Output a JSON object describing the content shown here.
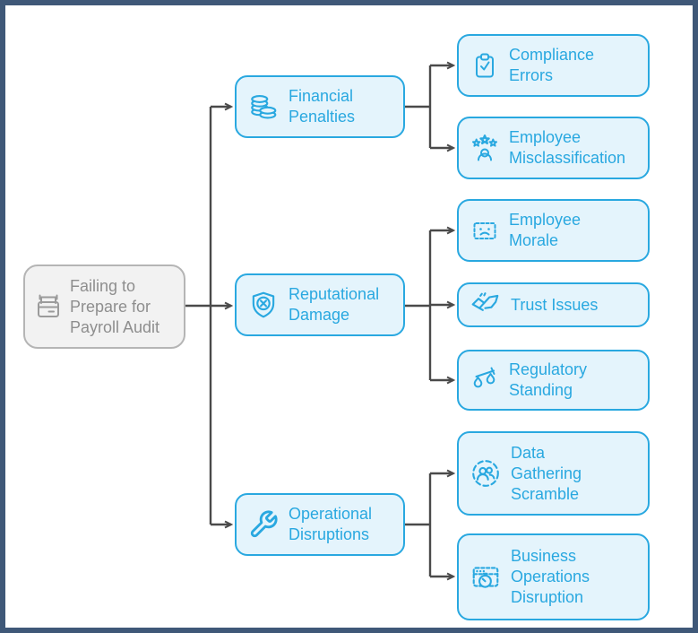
{
  "diagram": {
    "title": "Failing to Prepare for Payroll Audit consequences map",
    "root": {
      "label": "Failing to\nPrepare for\nPayroll Audit",
      "icon": "calendar-icon"
    },
    "branches": [
      {
        "label": "Financial\nPenalties",
        "icon": "coins-icon",
        "children": [
          {
            "label": "Compliance\nErrors",
            "icon": "clipboard-check-icon"
          },
          {
            "label": "Employee\nMisclassification",
            "icon": "person-stars-icon"
          }
        ]
      },
      {
        "label": "Reputational\nDamage",
        "icon": "shield-x-icon",
        "children": [
          {
            "label": "Employee\nMorale",
            "icon": "sad-face-icon"
          },
          {
            "label": "Trust Issues",
            "icon": "handshake-icon"
          },
          {
            "label": "Regulatory\nStanding",
            "icon": "scales-icon"
          }
        ]
      },
      {
        "label": "Operational\nDisruptions",
        "icon": "wrench-icon",
        "children": [
          {
            "label": "Data\nGathering\nScramble",
            "icon": "people-circle-icon"
          },
          {
            "label": "Business\nOperations\nDisruption",
            "icon": "window-timer-icon"
          }
        ]
      }
    ],
    "colors": {
      "accent": "#29a8e0",
      "node_fill": "#e4f4fc",
      "root_fill": "#f2f2f2",
      "root_border": "#b5b5b5",
      "root_text": "#8e8e8e",
      "connector": "#4a4a4a",
      "frame": "#3f5878"
    }
  }
}
